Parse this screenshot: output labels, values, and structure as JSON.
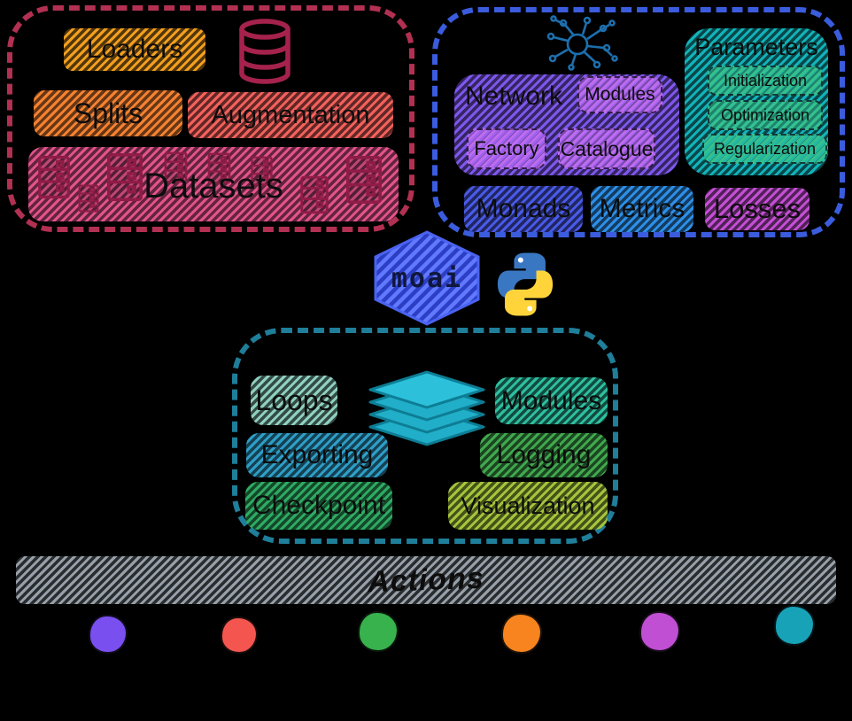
{
  "palette": {
    "background": "#000000",
    "data_border": "#b23052",
    "model_border": "#3a5cdd",
    "engine_border": "#1f7e99",
    "loaders": {
      "line": "#f3a01e",
      "fill": "rgba(243,160,30,0.34)"
    },
    "splits": {
      "line": "#f58231",
      "fill": "rgba(245,130,49,0.42)"
    },
    "augmentation": {
      "line": "#f2615c",
      "fill": "rgba(242,97,92,0.40)"
    },
    "datasets": {
      "line": "#e2538b",
      "fill": "rgba(226,83,139,0.44)"
    },
    "network": {
      "line": "#7e57ec",
      "fill": "rgba(126,87,236,0.42)"
    },
    "network_chip": {
      "line": "#bd6cf0",
      "fill": "rgba(189,108,240,0.52)"
    },
    "parameters": {
      "line": "#12b3ba",
      "fill": "rgba(18,179,186,0.40)"
    },
    "param_chip": {
      "line": "#35c08d",
      "fill": "rgba(53,192,141,0.50)"
    },
    "monads": {
      "line": "#4a5ae8",
      "fill": "rgba(74,90,232,0.42)"
    },
    "metrics": {
      "line": "#2e8fe8",
      "fill": "rgba(46,143,232,0.42)"
    },
    "losses": {
      "line": "#c44fd4",
      "fill": "rgba(196,79,212,0.42)"
    },
    "loops": {
      "line": "#8fd0c0",
      "fill": "rgba(143,208,192,0.36)"
    },
    "engine_modules": {
      "line": "#2ebfa0",
      "fill": "rgba(46,191,160,0.40)"
    },
    "exporting": {
      "line": "#2f9ec7",
      "fill": "rgba(47,158,199,0.42)"
    },
    "logging": {
      "line": "#41a84e",
      "fill": "rgba(65,168,78,0.42)"
    },
    "checkpoint": {
      "line": "#2fab63",
      "fill": "rgba(47,171,99,0.42)"
    },
    "visualization": {
      "line": "#a4c43c",
      "fill": "rgba(164,196,60,0.42)"
    },
    "actions": {
      "line": "#97a0aa",
      "fill": "rgba(151,160,170,0.28)"
    },
    "hexagon_blue": "#4a63f0",
    "python_blue": "#3a77c2",
    "python_yellow": "#ffd43b",
    "database_icon_color": "#a5224d",
    "neuron_icon_color": "#1c6fae",
    "layers_icon_color": "#21aec8",
    "server_icon_color": "#8f1c46"
  },
  "data_box": {
    "loaders": "Loaders",
    "splits": "Splits",
    "augmentation": "Augmentation",
    "datasets": "Datasets"
  },
  "model_box": {
    "network_title": "Network",
    "modules": "Modules",
    "factory": "Factory",
    "catalogue": "Catalogue",
    "parameters_title": "Parameters",
    "initialization": "Initialization",
    "optimization": "Optimization",
    "regularization": "Regularization",
    "monads": "Monads",
    "metrics": "Metrics",
    "losses": "Losses"
  },
  "core": {
    "logo_text": "moai"
  },
  "engine_box": {
    "loops": "Loops",
    "modules": "Modules",
    "exporting": "Exporting",
    "logging": "Logging",
    "checkpoint": "Checkpoint",
    "visualization": "Visualization"
  },
  "actions_label": "Actions",
  "action_dots": [
    {
      "color": "#7a4ff0"
    },
    {
      "color": "#f4554f"
    },
    {
      "color": "#37b24d"
    },
    {
      "color": "#f7841e"
    },
    {
      "color": "#c04fd4"
    },
    {
      "color": "#17a2b8"
    }
  ]
}
